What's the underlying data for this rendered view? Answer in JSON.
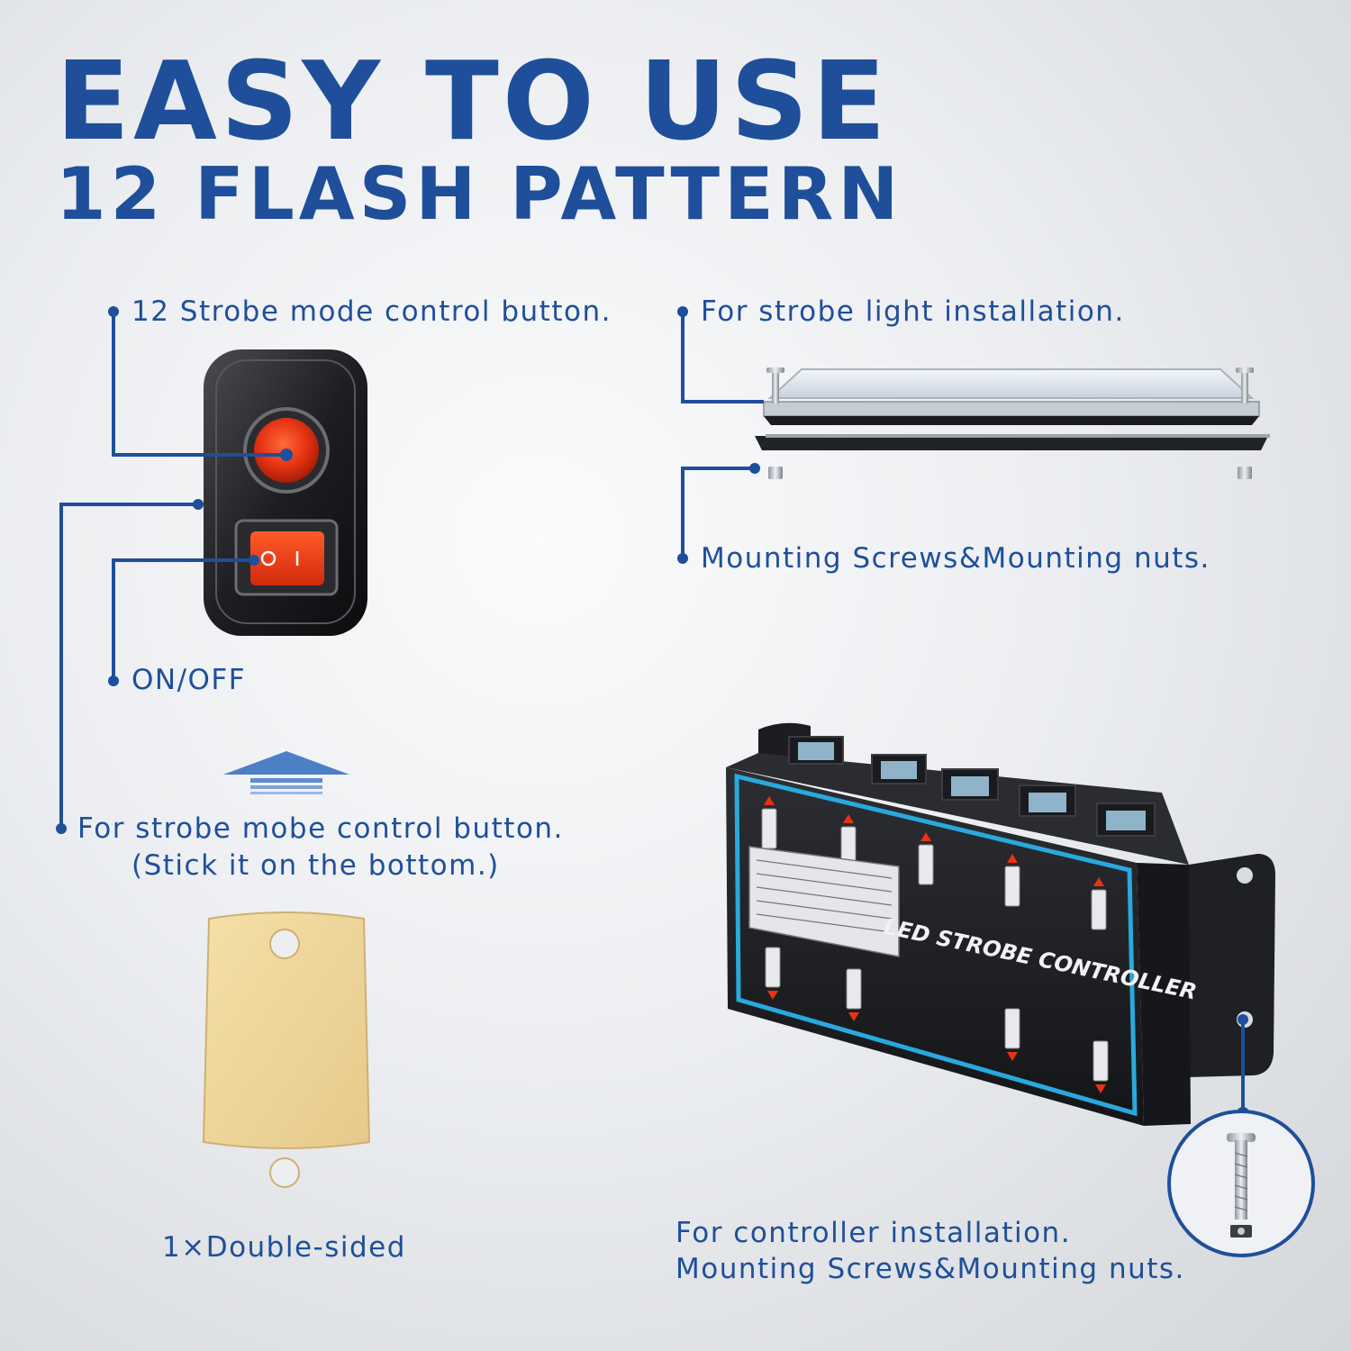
{
  "headline": {
    "line1": "EASY TO USE",
    "line2": "12 FLASH PATTERN"
  },
  "callouts": {
    "strobe_mode_button": "12 Strobe mode control button.",
    "on_off": "ON/OFF",
    "stick_note_line1": "For strobe mobe control button.",
    "stick_note_line2": "(Stick it on the bottom.)",
    "double_sided": "1×Double-sided",
    "strobe_light_install": "For strobe light installation.",
    "mounting_screws": "Mounting Screws&Mounting nuts.",
    "controller_install_line1": "For controller installation.",
    "controller_install_line2": "Mounting Screws&Mounting nuts."
  },
  "controller": {
    "title": "LED STROBE CONTROLLER"
  },
  "colors": {
    "accent_blue": "#1f4f9a",
    "indicator_red": "#e63312",
    "controller_trim": "#29a9de"
  },
  "icons": [
    "arrow-up-icon",
    "rocker-switch",
    "strobe-light-bar",
    "adhesive-pad",
    "controller-box",
    "screw-icon"
  ]
}
